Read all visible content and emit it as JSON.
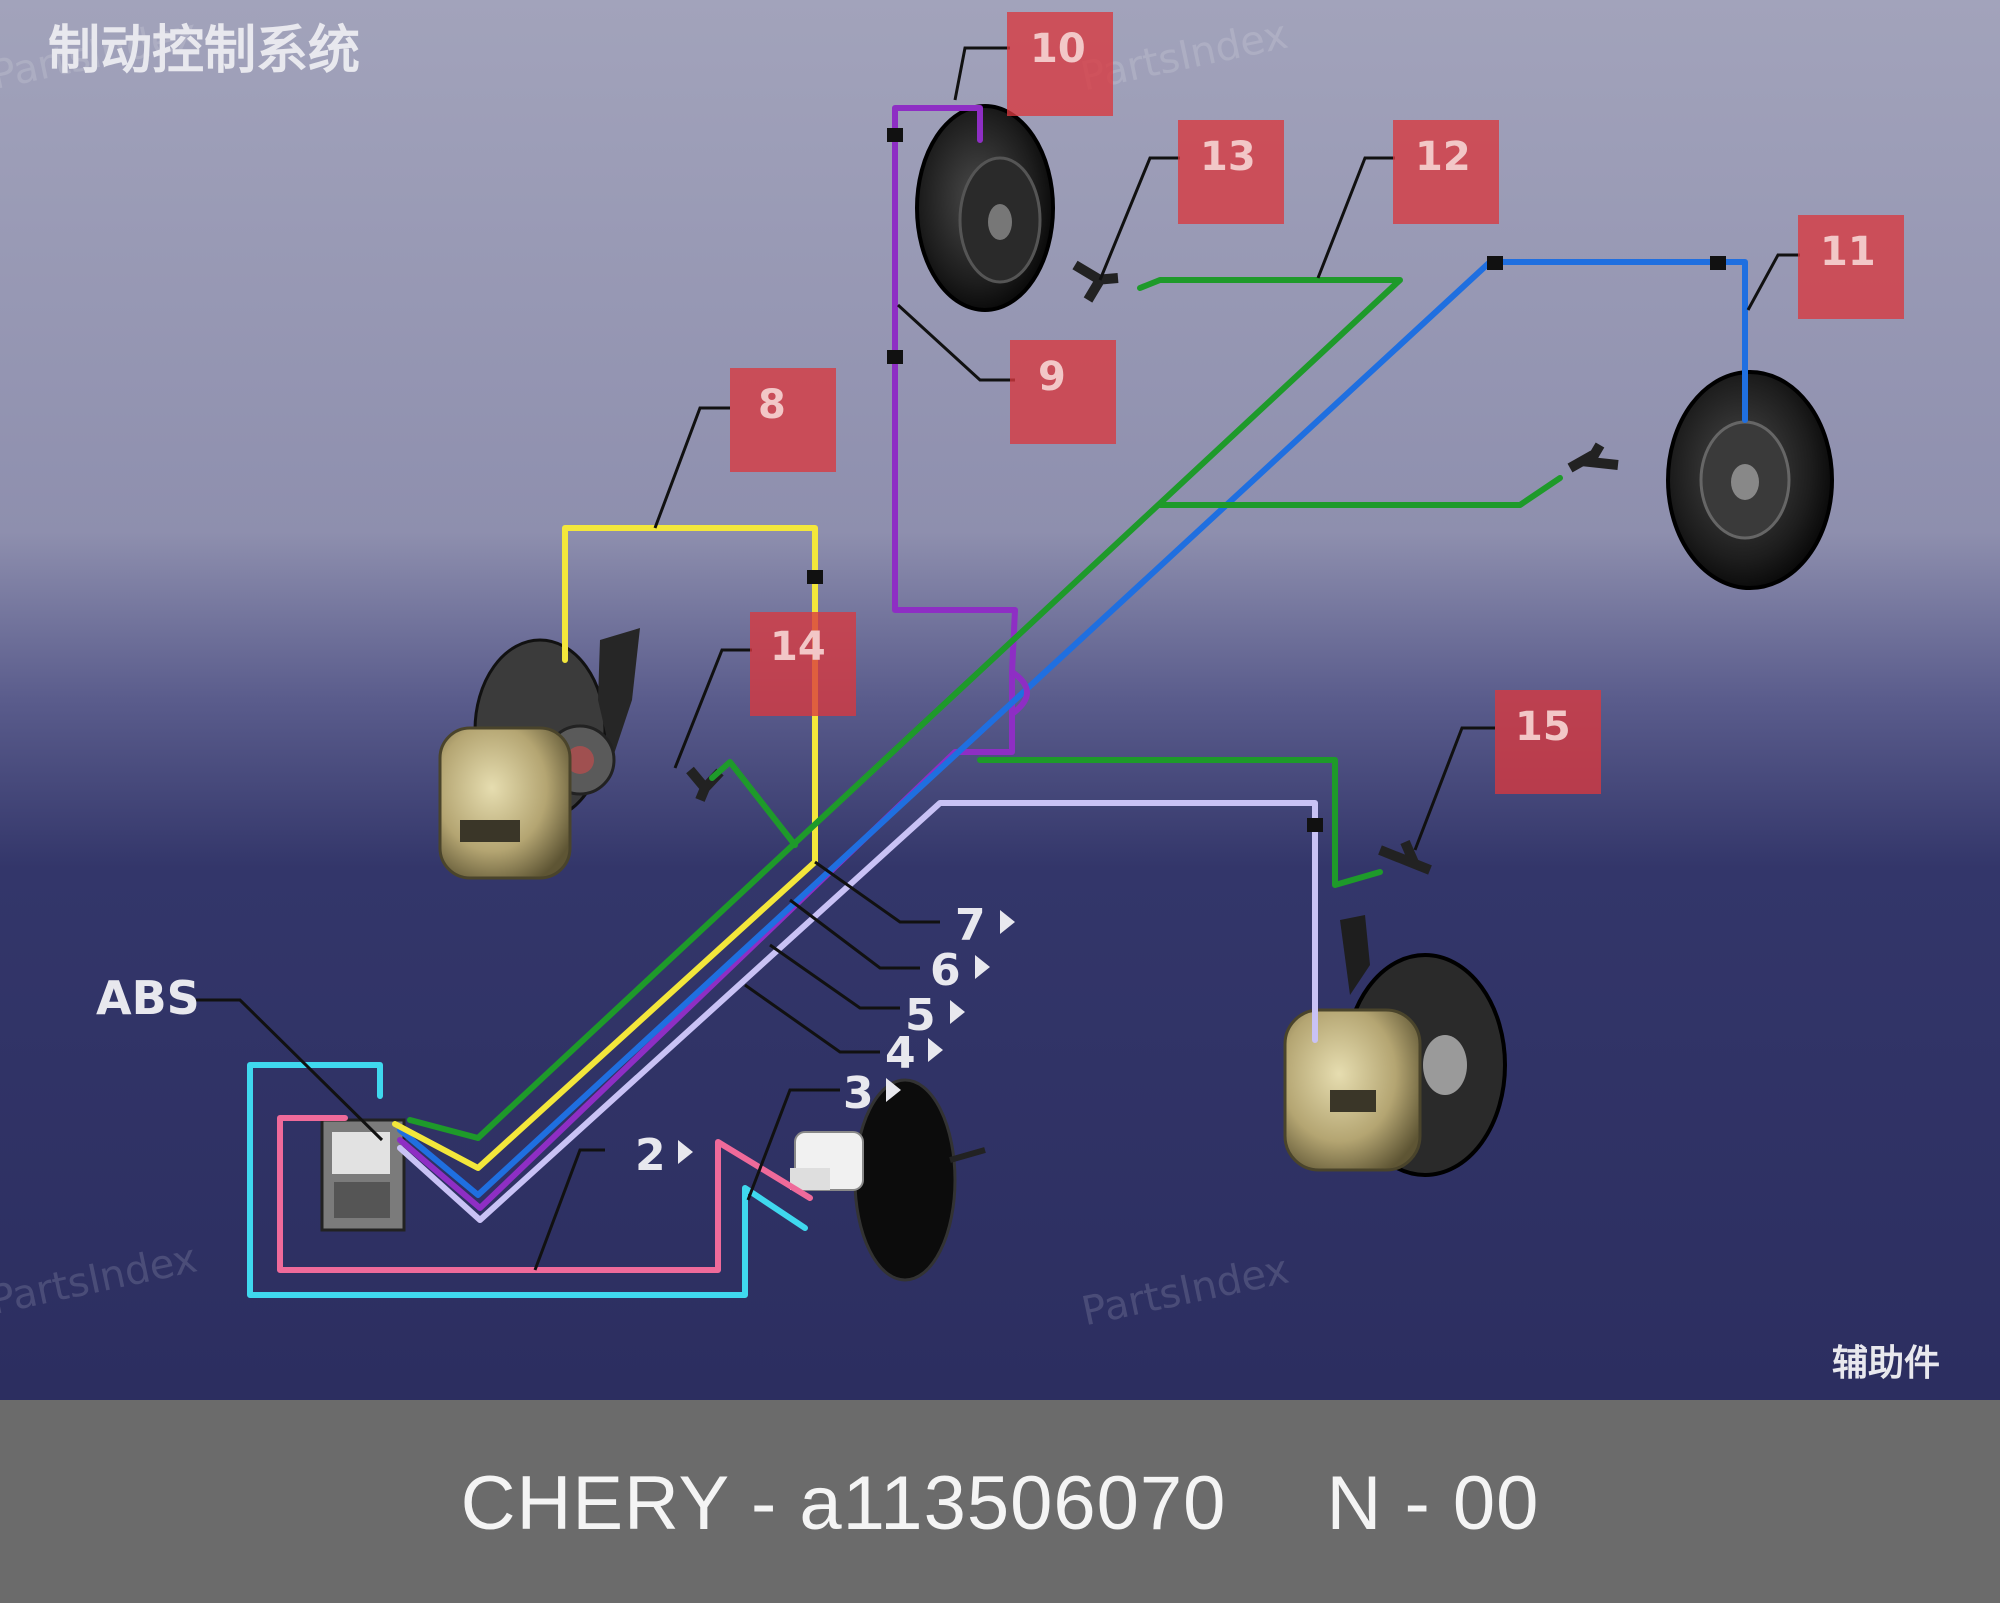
{
  "diagram": {
    "title": "制动控制系统",
    "corner_label": "辅助件",
    "abs_label": "ABS",
    "watermark": "PartsIndex",
    "callouts": {
      "c8": "8",
      "c9": "9",
      "c10": "10",
      "c11": "11",
      "c12": "12",
      "c13": "13",
      "c14": "14",
      "c15": "15"
    },
    "arrow_labels": {
      "a2": "2",
      "a3": "3",
      "a4": "4",
      "a5": "5",
      "a6": "6",
      "a7": "7"
    },
    "colors": {
      "background_top": "#9fa0b8",
      "background_bottom": "#2d2f62",
      "callout_box": "#d9383f",
      "pipe_yellow": "#f3e73b",
      "pipe_green": "#1e9a2a",
      "pipe_blue": "#1f6fe0",
      "pipe_purple": "#8e2ec4",
      "pipe_lavender": "#c9c2f5",
      "pipe_pink": "#ef6a9a",
      "pipe_cyan": "#3fd8ee"
    }
  },
  "footer": {
    "part_code": "CHERY - a113506070",
    "variant": "N - 00"
  }
}
